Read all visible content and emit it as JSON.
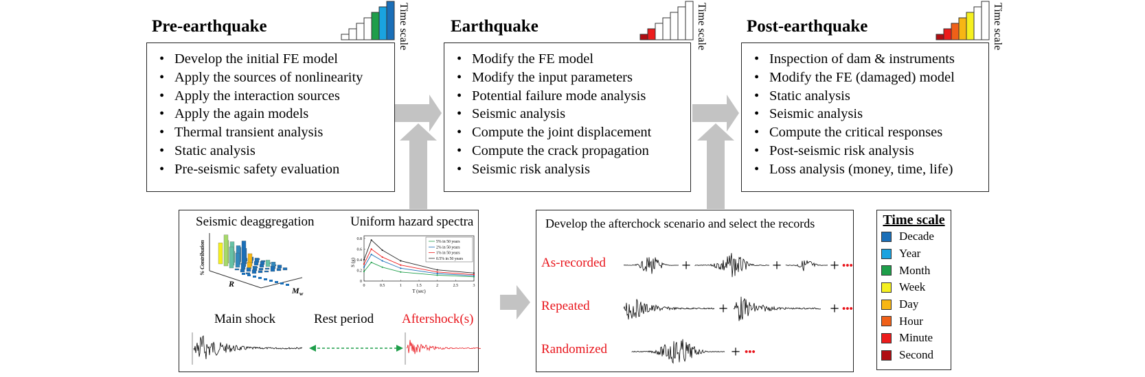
{
  "time_scale_label": "Time scale",
  "stages": [
    {
      "title": "Pre-earthquake",
      "items": [
        "Develop the initial FE model",
        "Apply the sources of nonlinearity",
        "Apply the interaction sources",
        "Apply the again models",
        "Thermal transient analysis",
        "Static analysis",
        "Pre-seismic safety evaluation"
      ]
    },
    {
      "title": "Earthquake",
      "items": [
        "Modify the FE model",
        "Modify the input parameters",
        "Potential failure mode analysis",
        "Seismic analysis",
        "Compute the joint displacement",
        "Compute the crack propagation",
        "Seismic risk analysis"
      ]
    },
    {
      "title": "Post-earthquake",
      "items": [
        "Inspection of dam & instruments",
        "Modify the FE (damaged) model",
        "Static analysis",
        "Seismic analysis",
        "Compute the critical responses",
        "Post-seismic risk analysis",
        "Loss analysis (money, time, life)"
      ]
    }
  ],
  "hazard": {
    "deagg_title": "Seismic deaggregation",
    "uhs_title": "Uniform hazard spectra",
    "deagg_axes": {
      "z": "% Contribution",
      "r": "R",
      "m": "M"
    },
    "uhs_axes": {
      "y": "S",
      "y_sub": "a",
      "y_unit": "(g)",
      "x": "T (sec)"
    },
    "uhs_legend": [
      "5% in 50 years",
      "2% in 50 years",
      "1% in 50 years",
      "0.5% in 50 years"
    ],
    "main_shock": "Main shock",
    "rest_period": "Rest period",
    "aftershocks": "Aftershock(s)"
  },
  "afterchock": {
    "title": "Develop the afterchock scenario and select the records",
    "rows": [
      "As-recorded",
      "Repeated",
      "Randomized"
    ],
    "plus": "+",
    "dots": "•••"
  },
  "legend": {
    "title": "Time scale",
    "items": [
      {
        "label": "Decade",
        "color": "#1a6fb8"
      },
      {
        "label": "Year",
        "color": "#1aa3e0"
      },
      {
        "label": "Month",
        "color": "#1e9e4a"
      },
      {
        "label": "Week",
        "color": "#f5f020"
      },
      {
        "label": "Day",
        "color": "#f7b614"
      },
      {
        "label": "Hour",
        "color": "#f06018"
      },
      {
        "label": "Minute",
        "color": "#ec1c1c"
      },
      {
        "label": "Second",
        "color": "#b00d12"
      }
    ]
  },
  "stage_scale_fill": [
    [
      "",
      "",
      "",
      "",
      "#1e9e4a",
      "#1aa3e0",
      "#1a6fb8"
    ],
    [
      "#b00d12",
      "#ec1c1c",
      "",
      "",
      "",
      "",
      ""
    ],
    [
      "#b00d12",
      "#ec1c1c",
      "#f06018",
      "#f7b614",
      "#f5f020",
      "",
      ""
    ]
  ],
  "uhs_chart": {
    "x": [
      0,
      0.2,
      0.5,
      1,
      2,
      3
    ],
    "series": [
      {
        "name": "5% in 50 years",
        "color": "#1e9e4a",
        "values": [
          0.18,
          0.35,
          0.26,
          0.17,
          0.11,
          0.08
        ]
      },
      {
        "name": "2% in 50 years",
        "color": "#1a6fb8",
        "values": [
          0.26,
          0.5,
          0.38,
          0.24,
          0.14,
          0.1
        ]
      },
      {
        "name": "1% in 50 years",
        "color": "#ec1c1c",
        "values": [
          0.32,
          0.6,
          0.45,
          0.3,
          0.17,
          0.12
        ]
      },
      {
        "name": "0.5% in 50 years",
        "color": "#222222",
        "values": [
          0.4,
          0.77,
          0.58,
          0.38,
          0.21,
          0.15
        ]
      }
    ],
    "xticks": [
      "0",
      "0.5",
      "1",
      "1.5",
      "2",
      "2.5",
      "3"
    ],
    "yticks": [
      "0",
      "0.2",
      "0.4",
      "0.6",
      "0.8"
    ]
  }
}
